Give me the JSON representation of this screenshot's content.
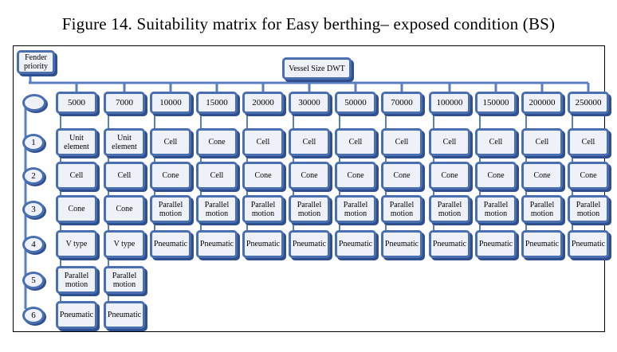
{
  "figure_title": "Figure 14. Suitability matrix for Easy berthing– exposed condition (BS)",
  "fender_priority_label": "Fender priority",
  "vessel_size_label": "Vessel Size DWT",
  "priorities": [
    "1",
    "2",
    "3",
    "4",
    "5",
    "6"
  ],
  "columns": [
    {
      "dwt": "5000",
      "fenders": [
        "Unit element",
        "Cell",
        "Cone",
        "V type",
        "Parallel motion",
        "Pneumatic"
      ]
    },
    {
      "dwt": "7000",
      "fenders": [
        "Unit element",
        "Cell",
        "Cone",
        "V type",
        "Parallel motion",
        "Pneumatic"
      ]
    },
    {
      "dwt": "10000",
      "fenders": [
        "Cell",
        "Cone",
        "Parallel motion",
        "Pneumatic"
      ]
    },
    {
      "dwt": "15000",
      "fenders": [
        "Cone",
        "Cell",
        "Parallel motion",
        "Pneumatic"
      ]
    },
    {
      "dwt": "20000",
      "fenders": [
        "Cell",
        "Cone",
        "Parallel motion",
        "Pneumatic"
      ]
    },
    {
      "dwt": "30000",
      "fenders": [
        "Cell",
        "Cone",
        "Parallel motion",
        "Pneumatic"
      ]
    },
    {
      "dwt": "50000",
      "fenders": [
        "Cell",
        "Cone",
        "Parallel motion",
        "Pneumatic"
      ]
    },
    {
      "dwt": "70000",
      "fenders": [
        "Cell",
        "Cone",
        "Parallel motion",
        "Pneumatic"
      ]
    },
    {
      "dwt": "100000",
      "fenders": [
        "Cell",
        "Cone",
        "Parallel motion",
        "Pneumatic"
      ]
    },
    {
      "dwt": "150000",
      "fenders": [
        "Cell",
        "Cone",
        "Parallel motion",
        "Pneumatic"
      ]
    },
    {
      "dwt": "200000",
      "fenders": [
        "Cell",
        "Cone",
        "Parallel motion",
        "Pneumatic"
      ]
    },
    {
      "dwt": "250000",
      "fenders": [
        "Cell",
        "Cone",
        "Parallel motion",
        "Pneumatic"
      ]
    }
  ],
  "colors": {
    "box_border": "#4a6fb0",
    "box_fill": "#eef1f8",
    "shadow": "#2f4f8f",
    "connector": "#5a7fc0"
  }
}
